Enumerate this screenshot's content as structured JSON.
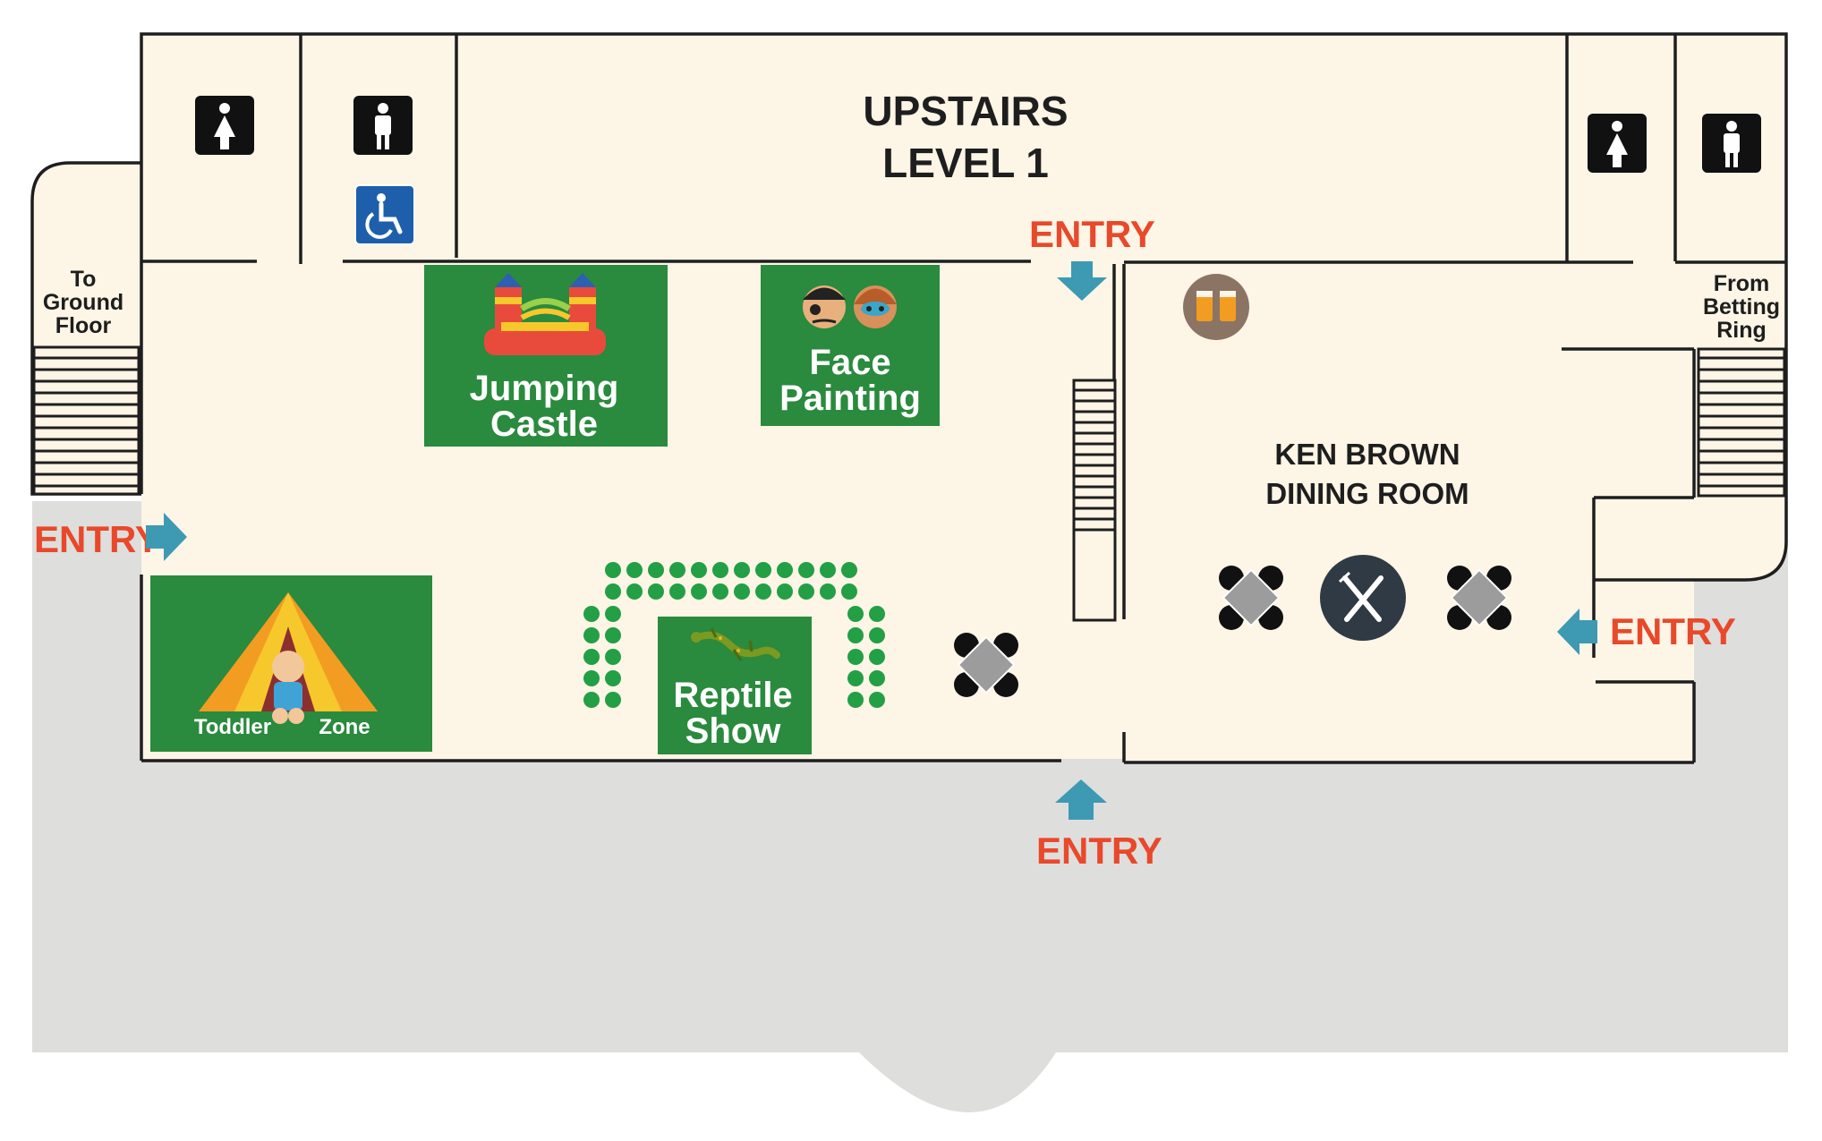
{
  "title": {
    "line1": "UPSTAIRS",
    "line2": "LEVEL 1"
  },
  "stairs": {
    "left": {
      "line1": "To",
      "line2": "Ground",
      "line3": "Floor"
    },
    "right": {
      "line1": "From",
      "line2": "Betting",
      "line3": "Ring"
    }
  },
  "entries": {
    "left": "ENTRY",
    "top": "ENTRY",
    "bottom": "ENTRY",
    "right": "ENTRY"
  },
  "zones": {
    "jumping_castle": {
      "line1": "Jumping",
      "line2": "Castle"
    },
    "face_painting": {
      "line1": "Face",
      "line2": "Painting"
    },
    "reptile_show": {
      "line1": "Reptile",
      "line2": "Show"
    },
    "toddler_zone": {
      "word1": "Toddler",
      "word2": "Zone"
    }
  },
  "dining_room": {
    "line1": "KEN BROWN",
    "line2": "DINING ROOM"
  },
  "icons": {
    "restrooms": [
      "female-restroom-icon",
      "male-restroom-icon",
      "accessible-icon",
      "female-restroom-icon",
      "male-restroom-icon"
    ],
    "dining": "cutlery-icon",
    "bar": "beer-icon",
    "tables": "dining-table-icon"
  },
  "colors": {
    "floor": "#fdf5e6",
    "outside": "#dededd",
    "walls": "#1e1e1e",
    "zone_green": "#2a8a3e",
    "entry_text": "#e8492a",
    "entry_arrow": "#3d9ab2",
    "seat_dot": "#239f45",
    "restroom_tile": "#111111",
    "accessible_tile": "#1e5fab"
  }
}
